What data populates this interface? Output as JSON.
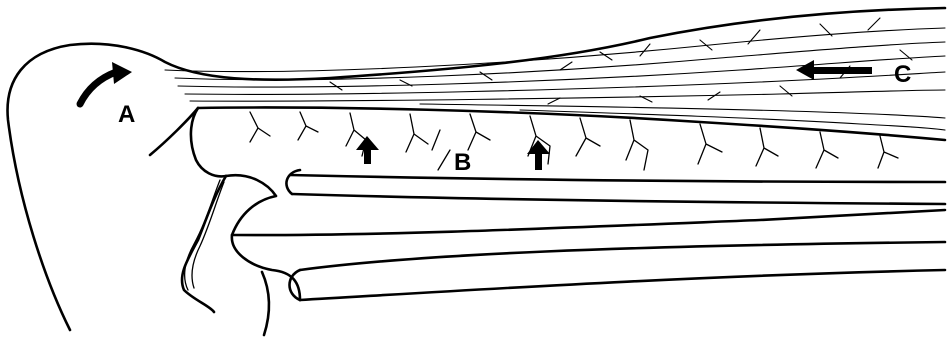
{
  "figure": {
    "labels": {
      "a": "A",
      "b": "B",
      "c": "C"
    },
    "arrows": [
      {
        "label_ref": "A",
        "kind": "curved",
        "direction": "up-right"
      },
      {
        "label_ref": "B",
        "kind": "straight",
        "direction": "up",
        "count": 2
      },
      {
        "label_ref": "C",
        "kind": "straight",
        "direction": "left"
      }
    ],
    "style": {
      "ink": "#000000",
      "background": "#ffffff"
    }
  }
}
